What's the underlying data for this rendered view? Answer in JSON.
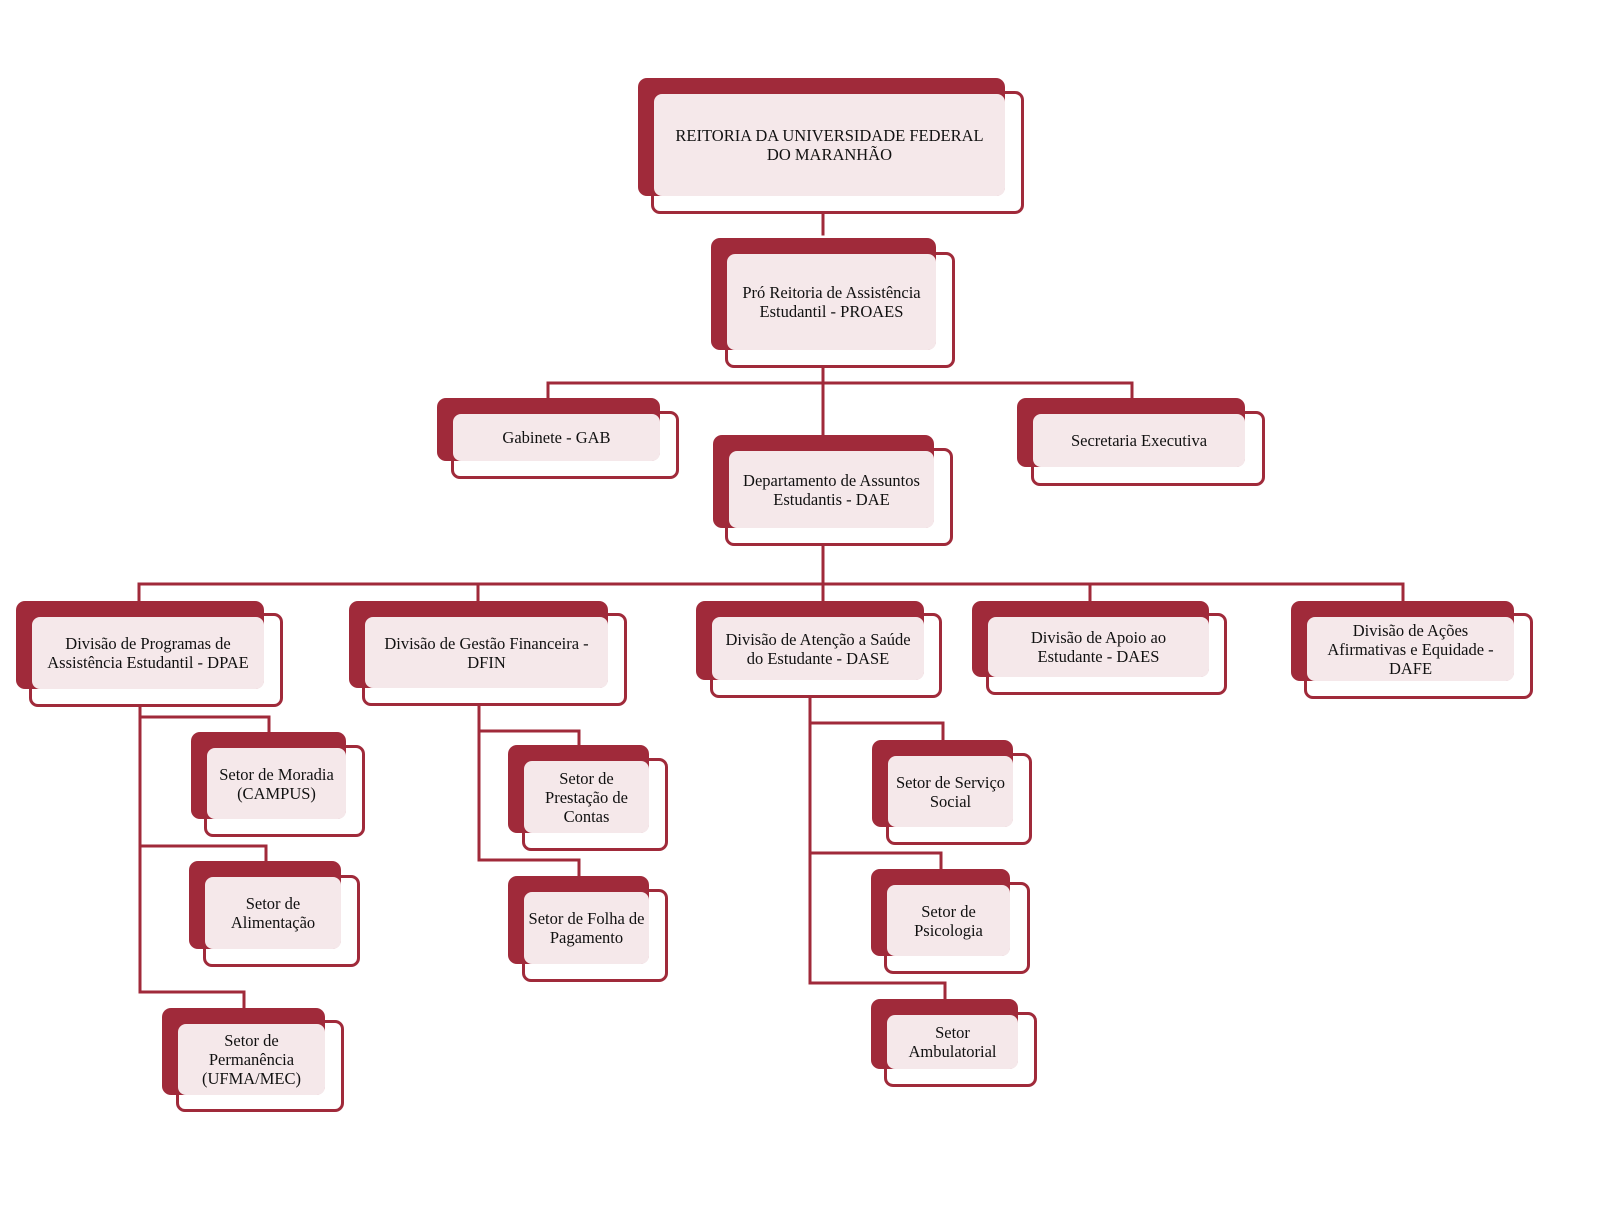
{
  "colors": {
    "accent": "#a02a3a",
    "box_fill": "#f5e8ea"
  },
  "nodes": {
    "reitoria": "REITORIA DA UNIVERSIDADE FEDERAL\nDO MARANHÃO",
    "proaes": "Pró Reitoria de Assistência\nEstudantil - PROAES",
    "gab": "Gabinete - GAB",
    "secretaria": "Secretaria Executiva",
    "dae": "Departamento de Assuntos\nEstudantis - DAE",
    "dpae": "Divisão de Programas de\nAssistência Estudantil - DPAE",
    "dfin": "Divisão de Gestão Financeira -\nDFIN",
    "dase": "Divisão de Atenção a Saúde\ndo Estudante - DASE",
    "daes": "Divisão de Apoio ao\nEstudante - DAES",
    "dafe": "Divisão de Ações\nAfirmativas e Equidade -\nDAFE",
    "moradia": "Setor de Moradia\n(CAMPUS)",
    "alimentacao": "Setor de\nAlimentação",
    "permanencia": "Setor  de\nPermanência\n(UFMA/MEC)",
    "prestacao": "Setor de\nPrestação de\nContas",
    "folha": "Setor de Folha de\nPagamento",
    "servico_social": "Setor de Serviço\nSocial",
    "psicologia": "Setor de\nPsicologia",
    "ambulatorial": "Setor\nAmbulatorial"
  }
}
